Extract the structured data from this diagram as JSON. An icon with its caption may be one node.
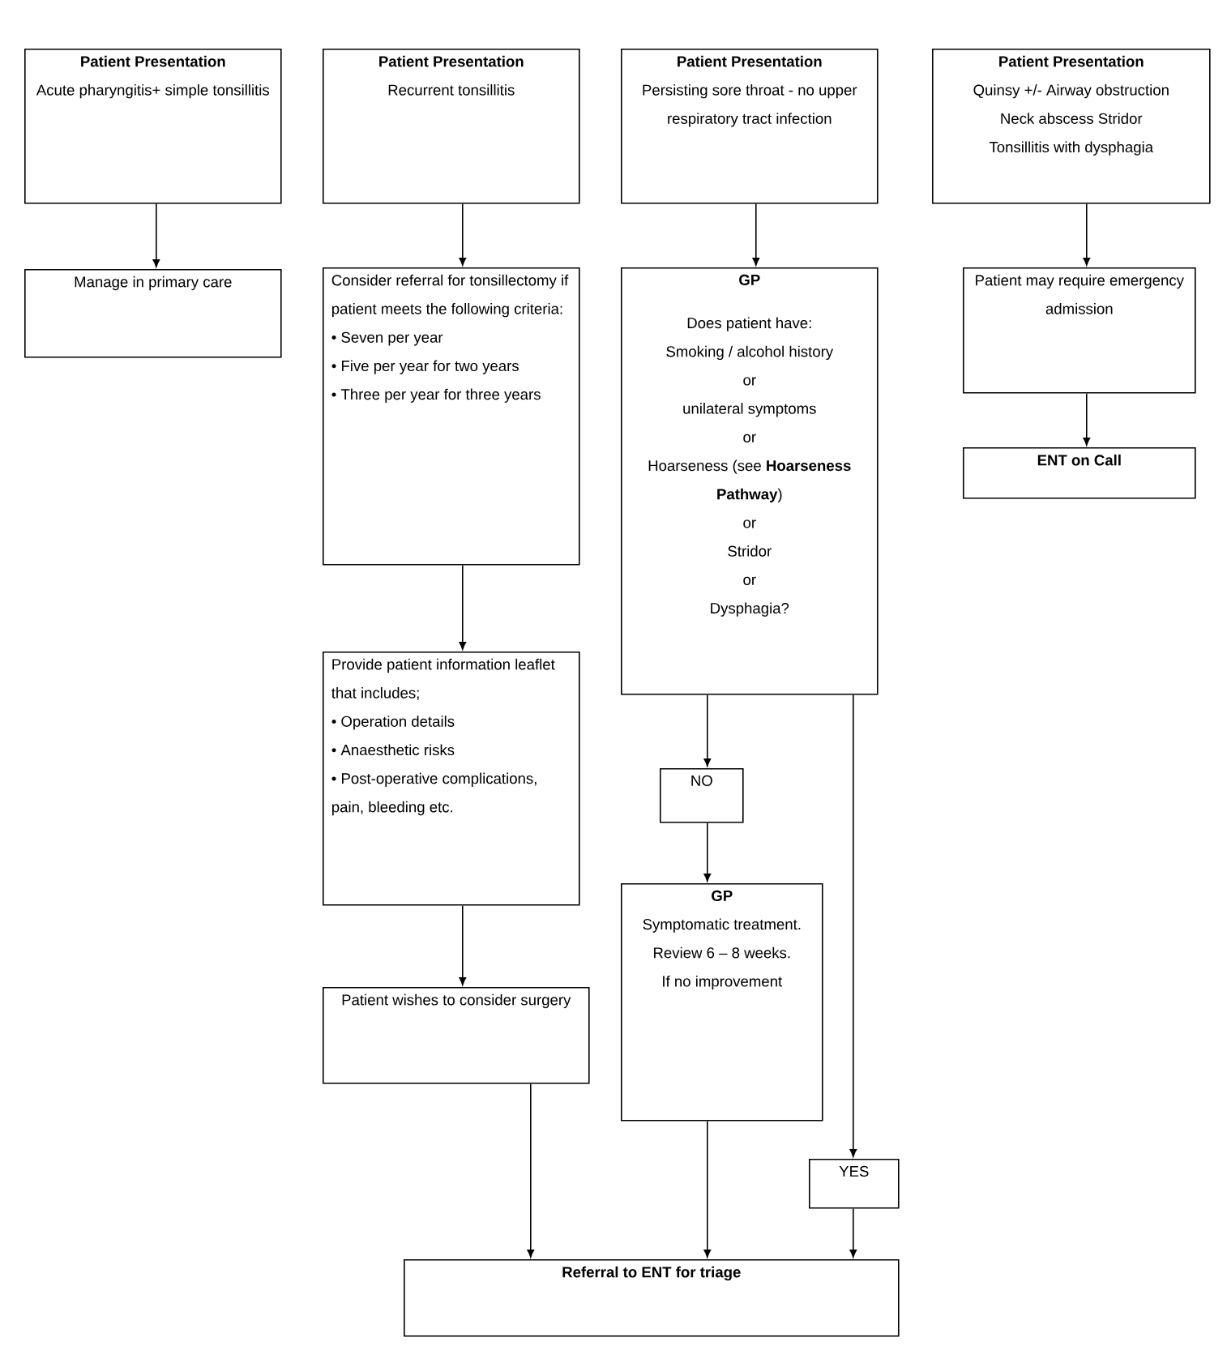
{
  "diagram": {
    "nodes": [
      {
        "text": [
          "Patient Presentation",
          "Acute pharyngitis+ simple tonsillitis"
        ]
      },
      {
        "text": [
          "Patient Presentation",
          "Recurrent tonsillitis"
        ]
      },
      {
        "text": [
          "Patient Presentation",
          "Persisting sore throat - no upper respiratory tract infection"
        ]
      },
      {
        "text": [
          "Patient Presentation",
          "Quinsy +/- Airway obstruction",
          "Neck abscess Stridor",
          "Tonsillitis with dysphagia"
        ]
      },
      {
        "text": [
          "Manage in primary care"
        ]
      },
      {
        "text": [
          "Consider referral for tonsillectomy if patient meets the following criteria:",
          "• Seven per year",
          "• Five per year for two years",
          "• Three per year for three years"
        ]
      },
      {
        "text": [
          "GP",
          "Does patient have:",
          "Smoking / alcohol history",
          "or",
          "unilateral symptoms",
          "or",
          "Hoarseness (see **Hoarseness Pathway**)",
          "or",
          "Stridor",
          "or",
          "Dysphagia?"
        ]
      },
      {
        "text": [
          "Patient may require emergency admission"
        ]
      },
      {
        "text": [
          "ENT on Call"
        ]
      },
      {
        "text": [
          "Provide patient information leaflet that includes;",
          "• Operation details",
          "• Anaesthetic risks",
          "• Post-operative complications, pain, bleeding etc."
        ]
      },
      {
        "text": [
          "NO"
        ]
      },
      {
        "text": [
          "GP",
          "Symptomatic treatment.",
          "Review 6 – 8 weeks.",
          "If no improvement"
        ]
      },
      {
        "text": [
          "Patient wishes to consider surgery"
        ]
      },
      {
        "text": [
          "YES"
        ]
      },
      {
        "text": [
          "Referral to ENT for triage"
        ]
      }
    ],
    "edges": [
      {
        "from": 0,
        "to": 4,
        "arrow": "to"
      },
      {
        "from": 1,
        "to": 5,
        "arrow": "to"
      },
      {
        "from": 2,
        "to": 6,
        "arrow": "to"
      },
      {
        "from": 3,
        "to": 7,
        "arrow": "to"
      },
      {
        "from": 7,
        "to": 8,
        "arrow": "to"
      },
      {
        "from": 5,
        "to": 9,
        "arrow": "to"
      },
      {
        "from": 9,
        "to": 12,
        "arrow": "to"
      },
      {
        "from": 6,
        "to": 10,
        "arrow": "to"
      },
      {
        "from": 10,
        "to": 11,
        "arrow": "to"
      },
      {
        "from": 6,
        "to": 13,
        "arrow": "to"
      },
      {
        "from": 12,
        "to": 14,
        "arrow": "to"
      },
      {
        "from": 11,
        "to": 14,
        "arrow": "to"
      },
      {
        "from": 13,
        "to": 14,
        "arrow": "to"
      }
    ]
  }
}
